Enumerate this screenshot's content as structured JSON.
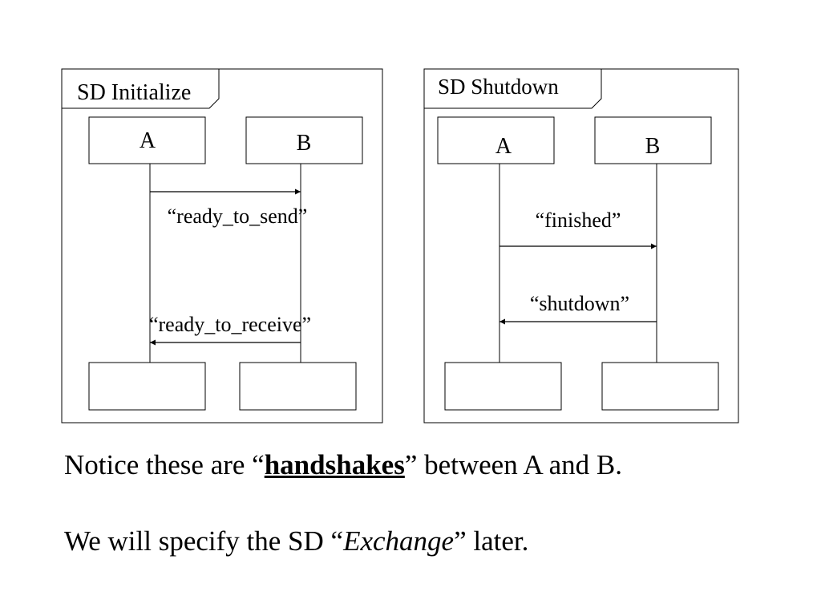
{
  "diagrams": [
    {
      "frame_label": "SD Initialize",
      "lifelines": [
        "A",
        "B"
      ],
      "messages": [
        {
          "text": "“ready_to_send”",
          "from": "A",
          "to": "B"
        },
        {
          "text": "“ready_to_receive”",
          "from": "B",
          "to": "A"
        }
      ]
    },
    {
      "frame_label": "SD Shutdown",
      "lifelines": [
        "A",
        "B"
      ],
      "messages": [
        {
          "text": "“finished”",
          "from": "A",
          "to": "B"
        },
        {
          "text": "“shutdown”",
          "from": "B",
          "to": "A"
        }
      ]
    }
  ],
  "caption": {
    "line1_before": "Notice these are “",
    "line1_keyword": "handshakes",
    "line1_after": "” between A and B.",
    "line2_before": "We will specify the SD “",
    "line2_keyword": "Exchange",
    "line2_after": "” later."
  }
}
